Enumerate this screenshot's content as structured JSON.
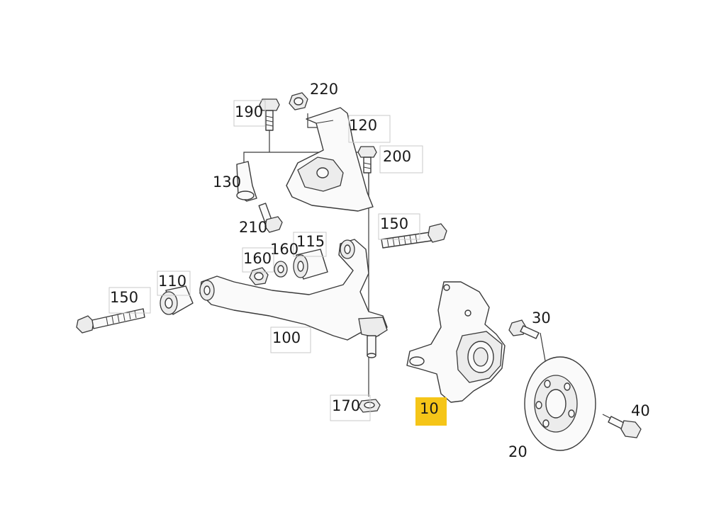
{
  "callouts": {
    "c10": {
      "text": "10",
      "highlighted": true
    },
    "c20": {
      "text": "20"
    },
    "c30": {
      "text": "30"
    },
    "c40": {
      "text": "40"
    },
    "c100": {
      "text": "100"
    },
    "c110": {
      "text": "110"
    },
    "c115": {
      "text": "115"
    },
    "c120": {
      "text": "120"
    },
    "c130": {
      "text": "130"
    },
    "c150a": {
      "text": "150"
    },
    "c150b": {
      "text": "150"
    },
    "c160a": {
      "text": "160"
    },
    "c160b": {
      "text": "160"
    },
    "c170": {
      "text": "170"
    },
    "c190": {
      "text": "190"
    },
    "c200": {
      "text": "200"
    },
    "c210": {
      "text": "210"
    },
    "c220": {
      "text": "220"
    }
  },
  "colors": {
    "highlight": "#f5c518",
    "line": "#3a3a3a",
    "callout_box": "#c9c9c9"
  }
}
